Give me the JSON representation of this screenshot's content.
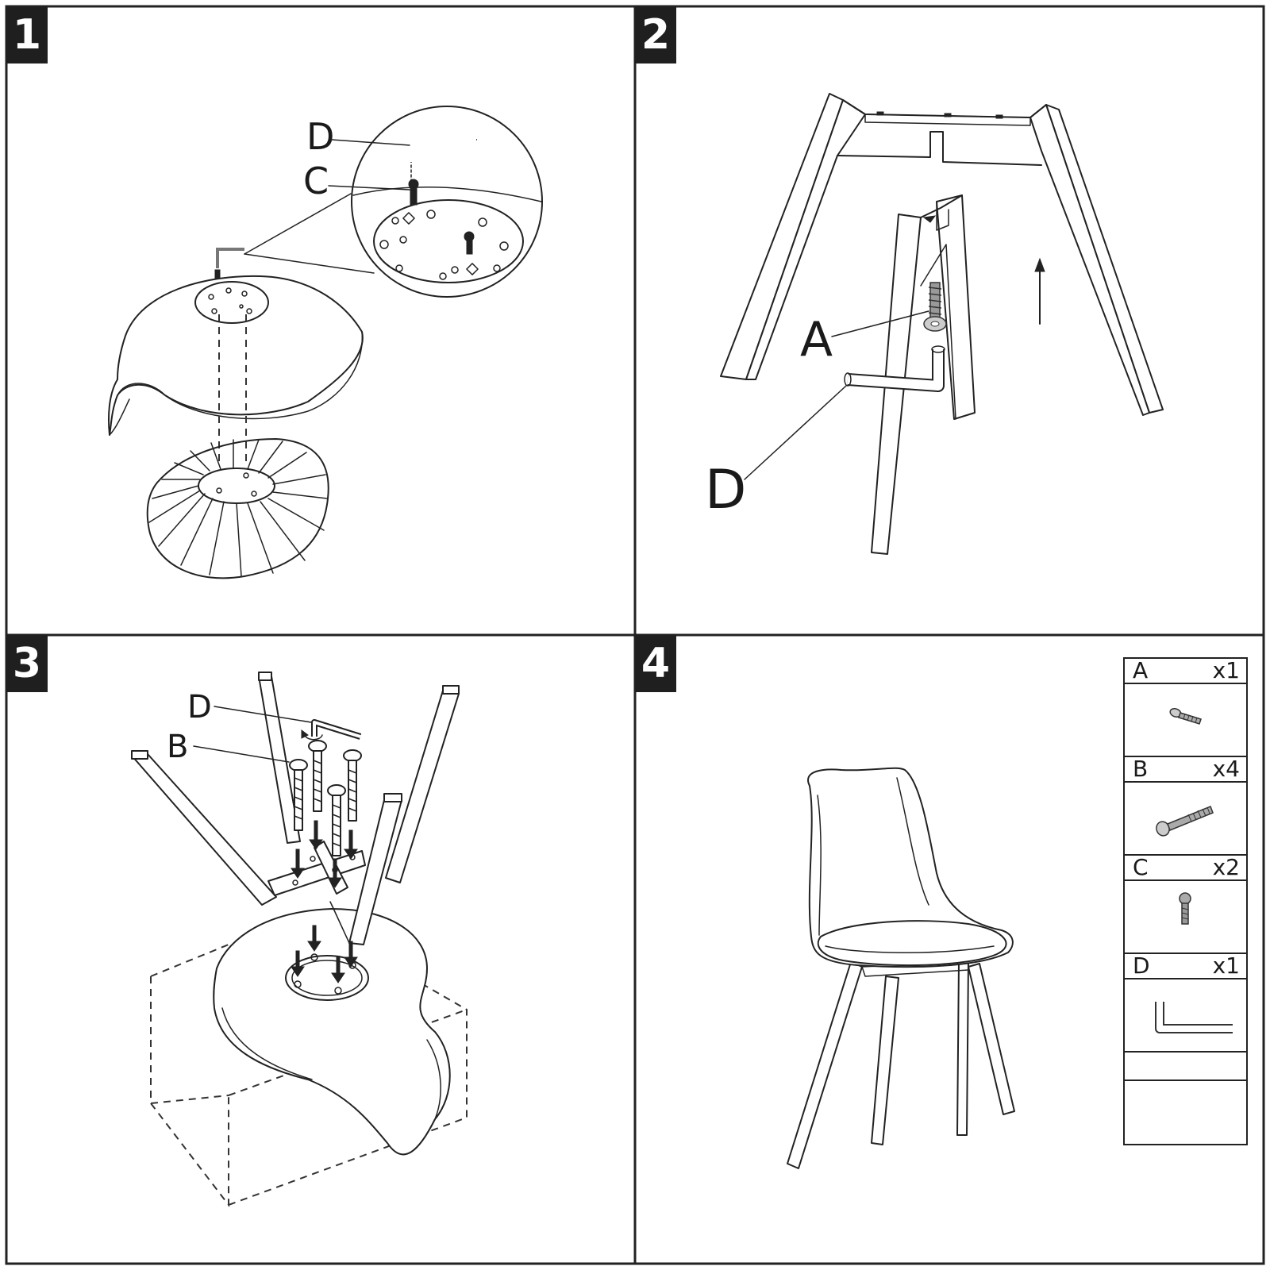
{
  "steps": [
    {
      "number": "1",
      "labels": [
        "D",
        "C"
      ]
    },
    {
      "number": "2",
      "labels": [
        "A",
        "D"
      ]
    },
    {
      "number": "3",
      "labels": [
        "D",
        "B"
      ]
    },
    {
      "number": "4",
      "labels": []
    }
  ],
  "parts": [
    {
      "letter": "A",
      "qty": "x1",
      "icon": "bolt-long-icon"
    },
    {
      "letter": "B",
      "qty": "x4",
      "icon": "bolt-countersunk-icon"
    },
    {
      "letter": "C",
      "qty": "x2",
      "icon": "bolt-short-icon"
    },
    {
      "letter": "D",
      "qty": "x1",
      "icon": "allen-key-icon"
    }
  ]
}
